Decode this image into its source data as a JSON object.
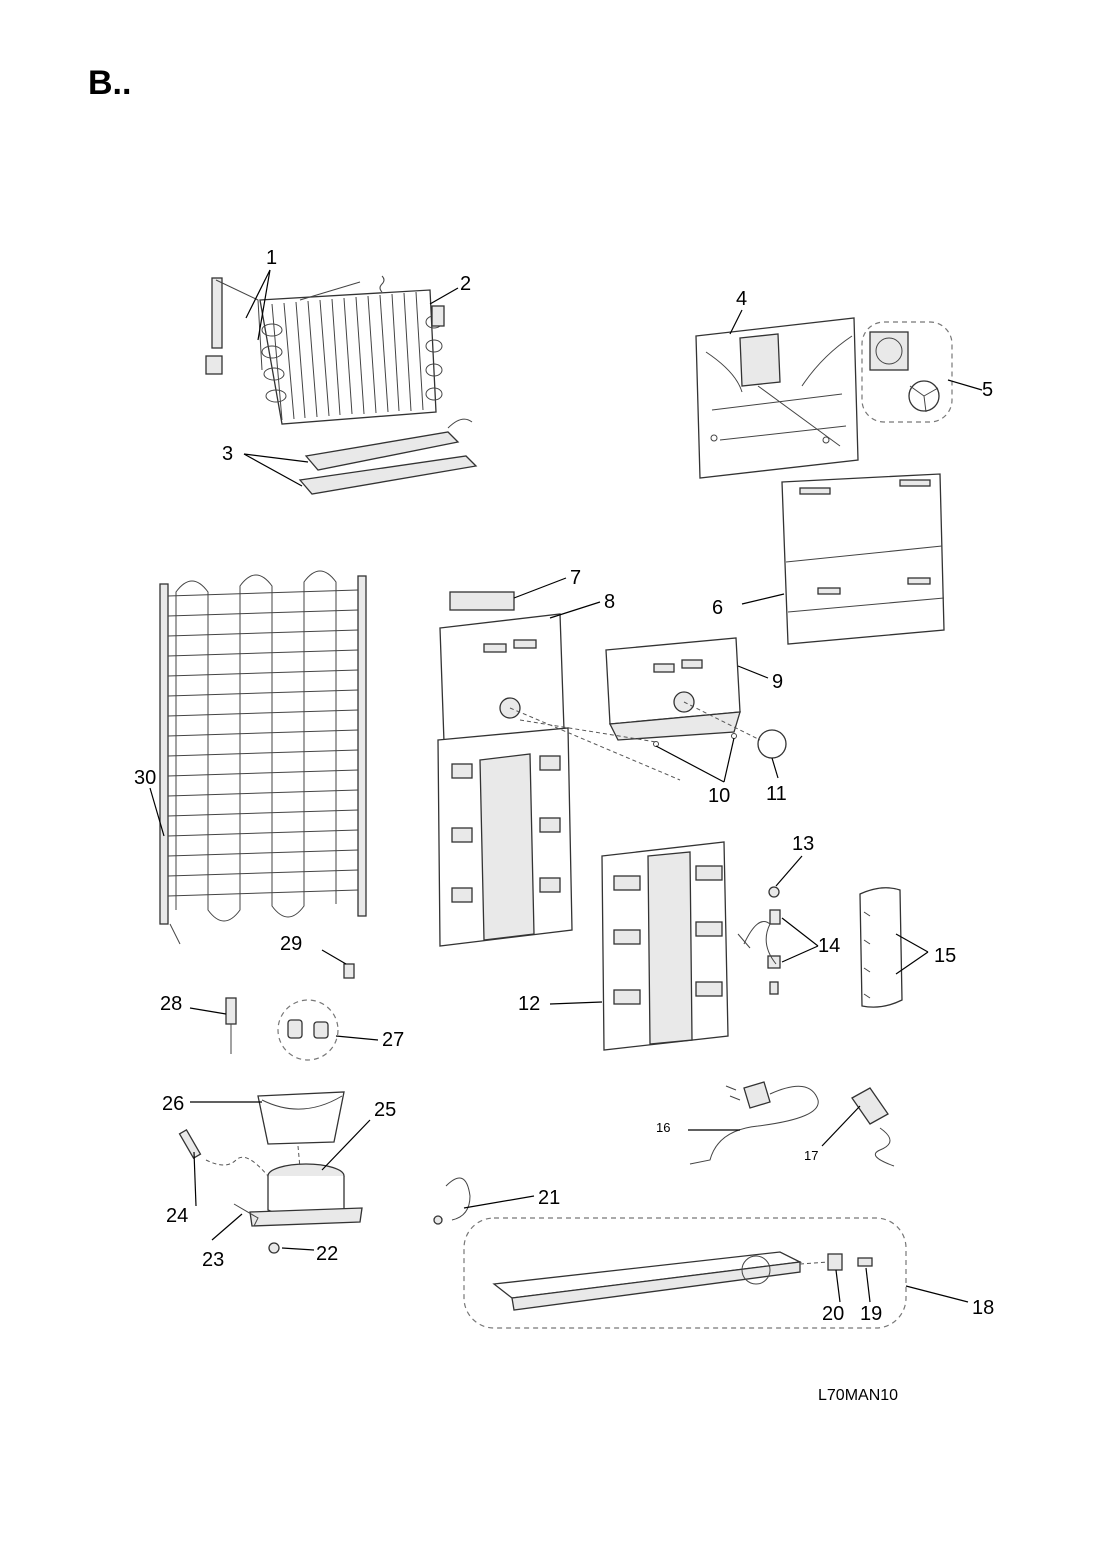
{
  "heading": "B..",
  "drawing_code": "L70MAN10",
  "callouts": [
    "1",
    "2",
    "3",
    "4",
    "5",
    "6",
    "7",
    "8",
    "9",
    "10",
    "11",
    "12",
    "13",
    "14",
    "15",
    "16",
    "17",
    "18",
    "19",
    "20",
    "21",
    "22",
    "23",
    "24",
    "25",
    "26",
    "27",
    "28",
    "29",
    "30"
  ]
}
